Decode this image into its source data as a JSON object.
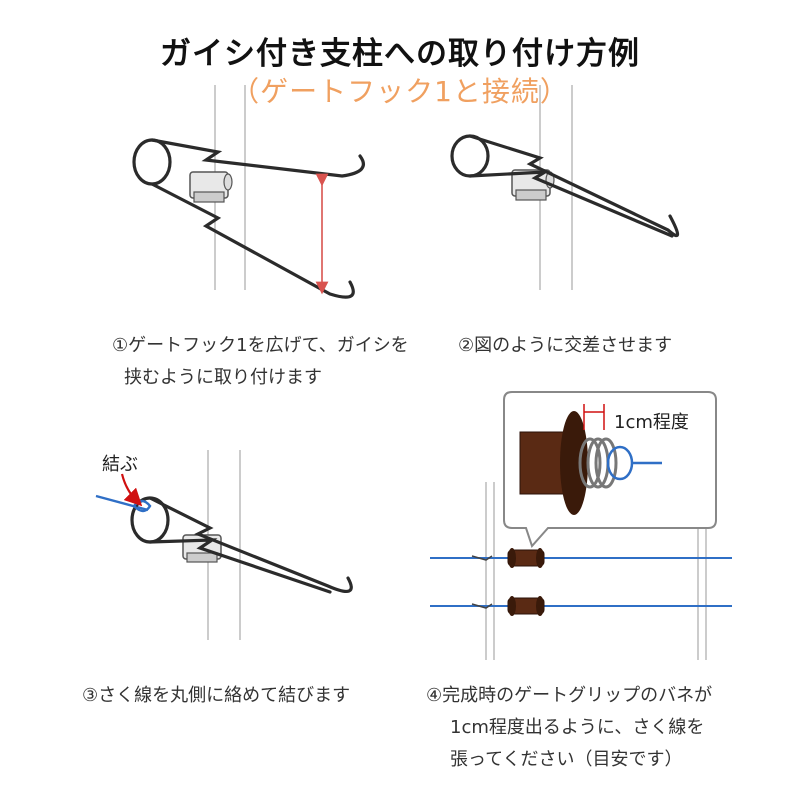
{
  "title": "ガイシ付き支柱への取り付け方例",
  "subtitle": "（ゲートフック1と接続）",
  "colors": {
    "subtitle": "#f0a060",
    "hook": "#2b2b2b",
    "post": "#aaaaaa",
    "measure_arrow": "#d9534f",
    "wire": "#2f6fc6",
    "knot_arrow": "#d01010",
    "spring_brown": "#5a2a14"
  },
  "steps": [
    {
      "lines": [
        "①ゲートフック1を広げて、ガイシを",
        "挟むように取り付けます"
      ]
    },
    {
      "lines": [
        "②図のように交差させます"
      ]
    },
    {
      "lines": [
        "③さく線を丸側に絡めて結びます"
      ],
      "annotation": "結ぶ"
    },
    {
      "lines": [
        "④完成時のゲートグリップのバネが",
        "1cm程度出るように、さく線を",
        "張ってください（目安です）"
      ],
      "callout": "1cm程度"
    }
  ]
}
